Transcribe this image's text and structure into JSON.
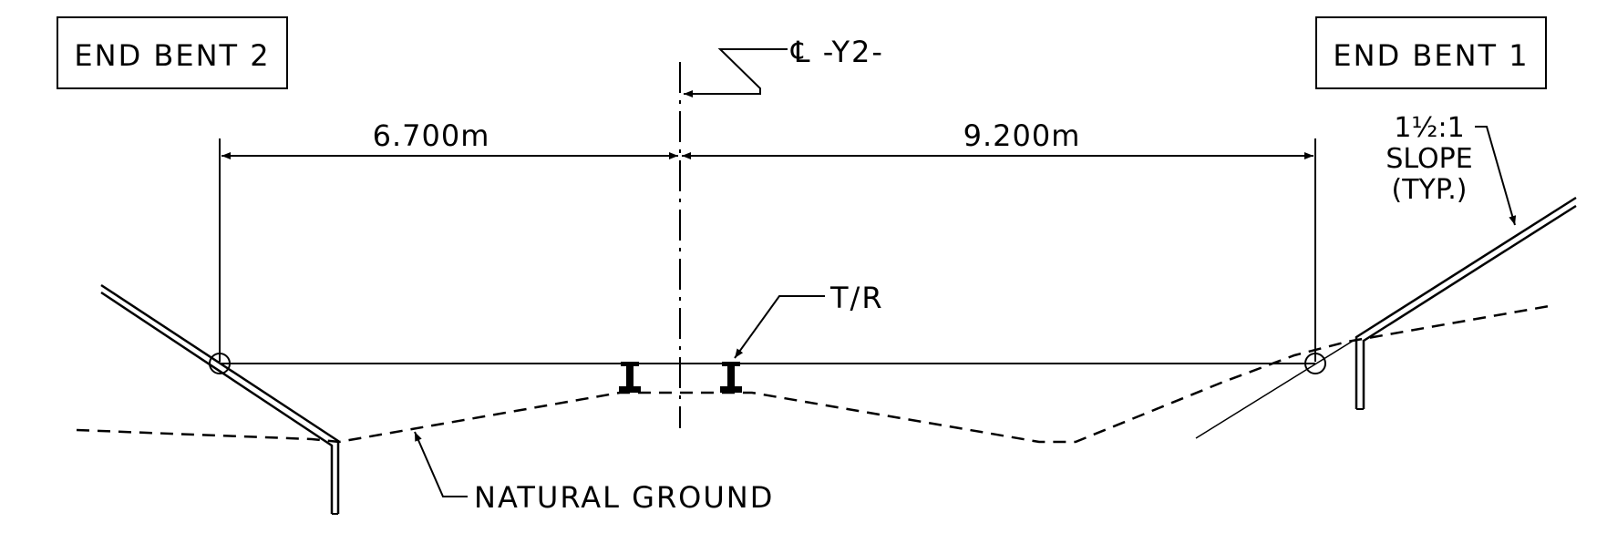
{
  "labels": {
    "end_bent_left": "END BENT 2",
    "end_bent_right": "END BENT 1",
    "centerline": "℄ -Y2-",
    "dim_left": "6.700m",
    "dim_right": "9.200m",
    "top_of_rail": "T/R",
    "slope_line1": "1½:1",
    "slope_line2": "SLOPE",
    "slope_line3": "(TYP.)",
    "natural_ground": "NATURAL GROUND"
  }
}
